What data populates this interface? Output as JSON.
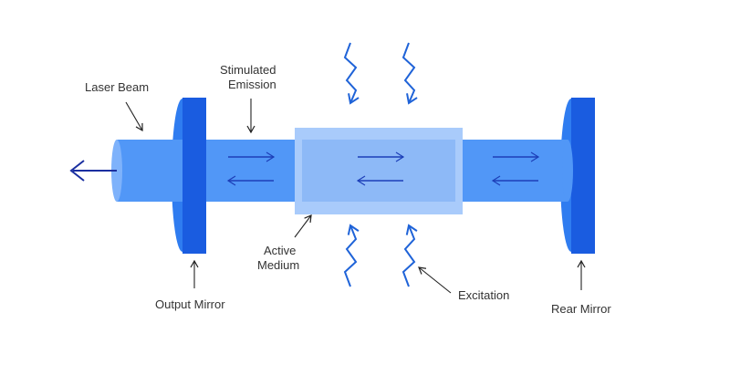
{
  "labels": {
    "laser_beam": "Laser Beam",
    "stimulated_line1": "Stimulated",
    "stimulated_line2": "Emission",
    "active_line1": "Active",
    "active_line2": "Medium",
    "output_mirror": "Output Mirror",
    "excitation": "Excitation",
    "rear_mirror": "Rear Mirror"
  },
  "colors": {
    "beam": "#5197f7",
    "beam_end": "#7eb2fb",
    "mirror_front": "#1a5ce0",
    "mirror_side": "#2f7cf0",
    "medium": "#a9cbfb",
    "medium_inner": "#8db9f7",
    "arrow_inner": "#1d3fb8",
    "output_arrow": "#1a2fa0",
    "wave": "#1f63d8",
    "pointer": "#222222"
  },
  "icons": {
    "output_arrow": "left-arrow-icon",
    "internal_arrows": "right-and-left-arrow-icons",
    "excitation_waves": "zigzag-wave-icon"
  }
}
